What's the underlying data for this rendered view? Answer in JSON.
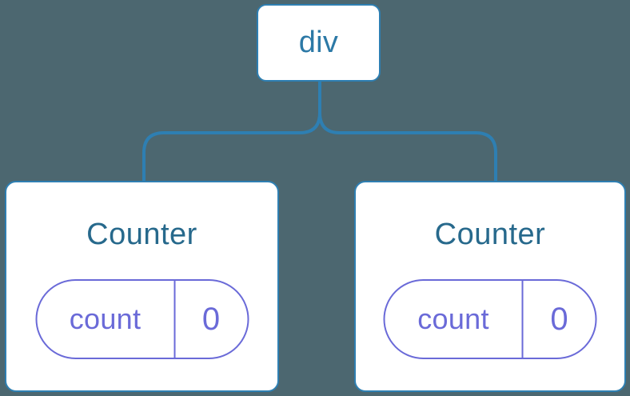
{
  "diagram": {
    "root": {
      "label": "div"
    },
    "children": [
      {
        "label": "Counter",
        "state": [
          {
            "name": "count",
            "value": "0"
          }
        ]
      },
      {
        "label": "Counter",
        "state": [
          {
            "name": "count",
            "value": "0"
          }
        ]
      }
    ]
  },
  "colors": {
    "background": "#4C6770",
    "line-blue": "#2E7FB2",
    "label-blue": "#2C79A6",
    "title-blue": "#27698C",
    "state-purple": "#6A6AD8",
    "node-fill": "#FFFFFF"
  }
}
